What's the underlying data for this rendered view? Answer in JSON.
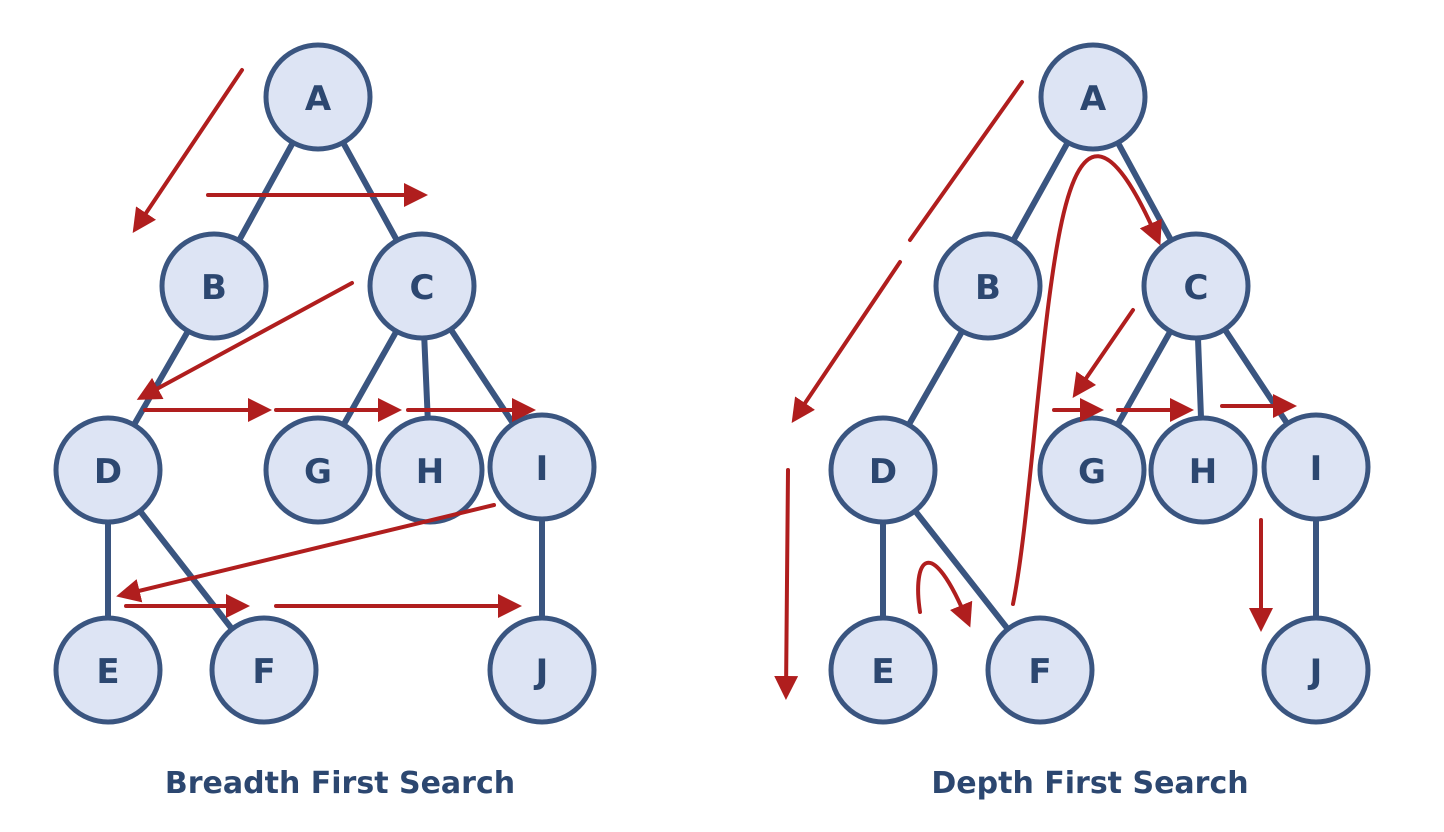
{
  "colors": {
    "node_fill": "#dde4f4",
    "node_stroke": "#3a5580",
    "node_text": "#2c4770",
    "arrow": "#b01e1e",
    "caption": "#2c4770"
  },
  "bfs": {
    "caption": "Breadth First Search",
    "nodes": {
      "A": "A",
      "B": "B",
      "C": "C",
      "D": "D",
      "E": "E",
      "F": "F",
      "G": "G",
      "H": "H",
      "I": "I",
      "J": "J"
    },
    "edges": [
      [
        "A",
        "B"
      ],
      [
        "A",
        "C"
      ],
      [
        "B",
        "D"
      ],
      [
        "C",
        "G"
      ],
      [
        "C",
        "H"
      ],
      [
        "C",
        "I"
      ],
      [
        "D",
        "E"
      ],
      [
        "D",
        "F"
      ],
      [
        "I",
        "J"
      ]
    ],
    "visit_order": [
      "A",
      "B",
      "C",
      "D",
      "G",
      "H",
      "I",
      "E",
      "F",
      "J"
    ]
  },
  "dfs": {
    "caption": "Depth First Search",
    "nodes": {
      "A": "A",
      "B": "B",
      "C": "C",
      "D": "D",
      "E": "E",
      "F": "F",
      "G": "G",
      "H": "H",
      "I": "I",
      "J": "J"
    },
    "edges": [
      [
        "A",
        "B"
      ],
      [
        "A",
        "C"
      ],
      [
        "B",
        "D"
      ],
      [
        "C",
        "G"
      ],
      [
        "C",
        "H"
      ],
      [
        "C",
        "I"
      ],
      [
        "D",
        "E"
      ],
      [
        "D",
        "F"
      ],
      [
        "I",
        "J"
      ]
    ],
    "visit_order": [
      "A",
      "B",
      "D",
      "E",
      "F",
      "C",
      "G",
      "H",
      "I",
      "J"
    ]
  }
}
